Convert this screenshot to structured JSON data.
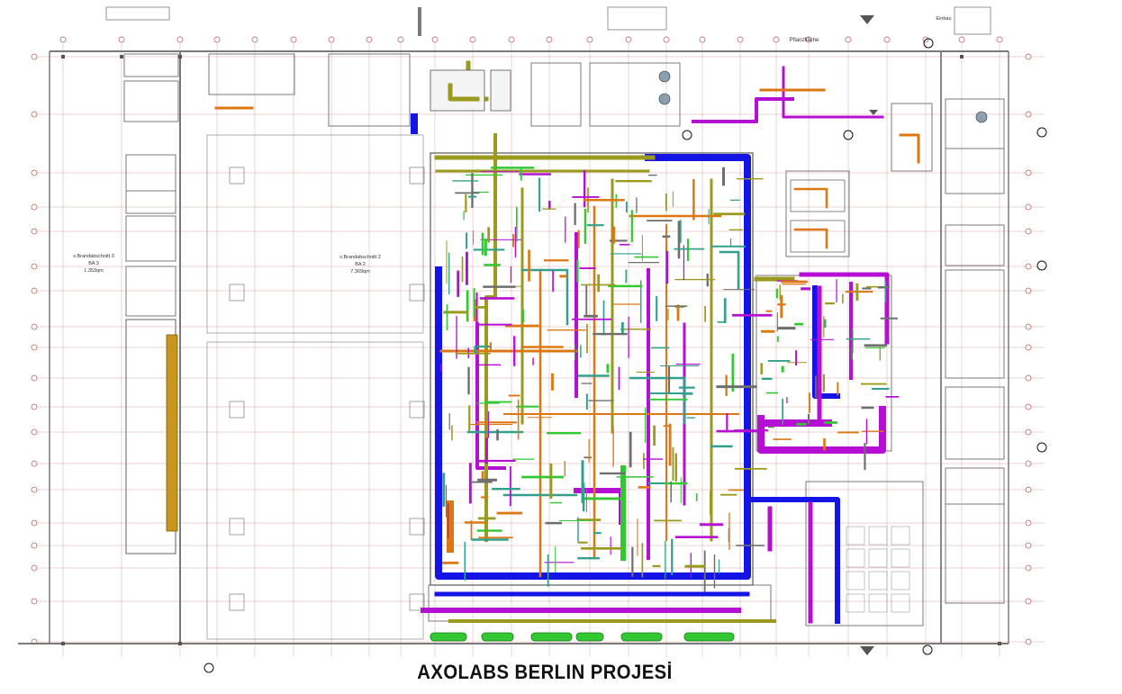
{
  "project_title": "AXOLABS BERLIN PROJESİ",
  "labels": {
    "zone_left_line1": "x.Brandabschnitt 3",
    "zone_left_line2": "BA 3",
    "zone_left_line3": "1.353qm",
    "zone_mid_line1": "x.Brandabschnitt 2",
    "zone_mid_line2": "BA 2",
    "zone_mid_line3": "7.369qm",
    "pflanzflaeche": "Pflanzfläche",
    "einbau": "Einbau"
  },
  "colors": {
    "duct_blue": "#1414e6",
    "duct_purple": "#b40fd2",
    "pipe_olive": "#9a9a1e",
    "pipe_orange": "#dc7814",
    "pipe_green": "#32c832",
    "pipe_teal": "#32a08c",
    "wall": "#7a7a7a",
    "grid": "#c06060"
  }
}
